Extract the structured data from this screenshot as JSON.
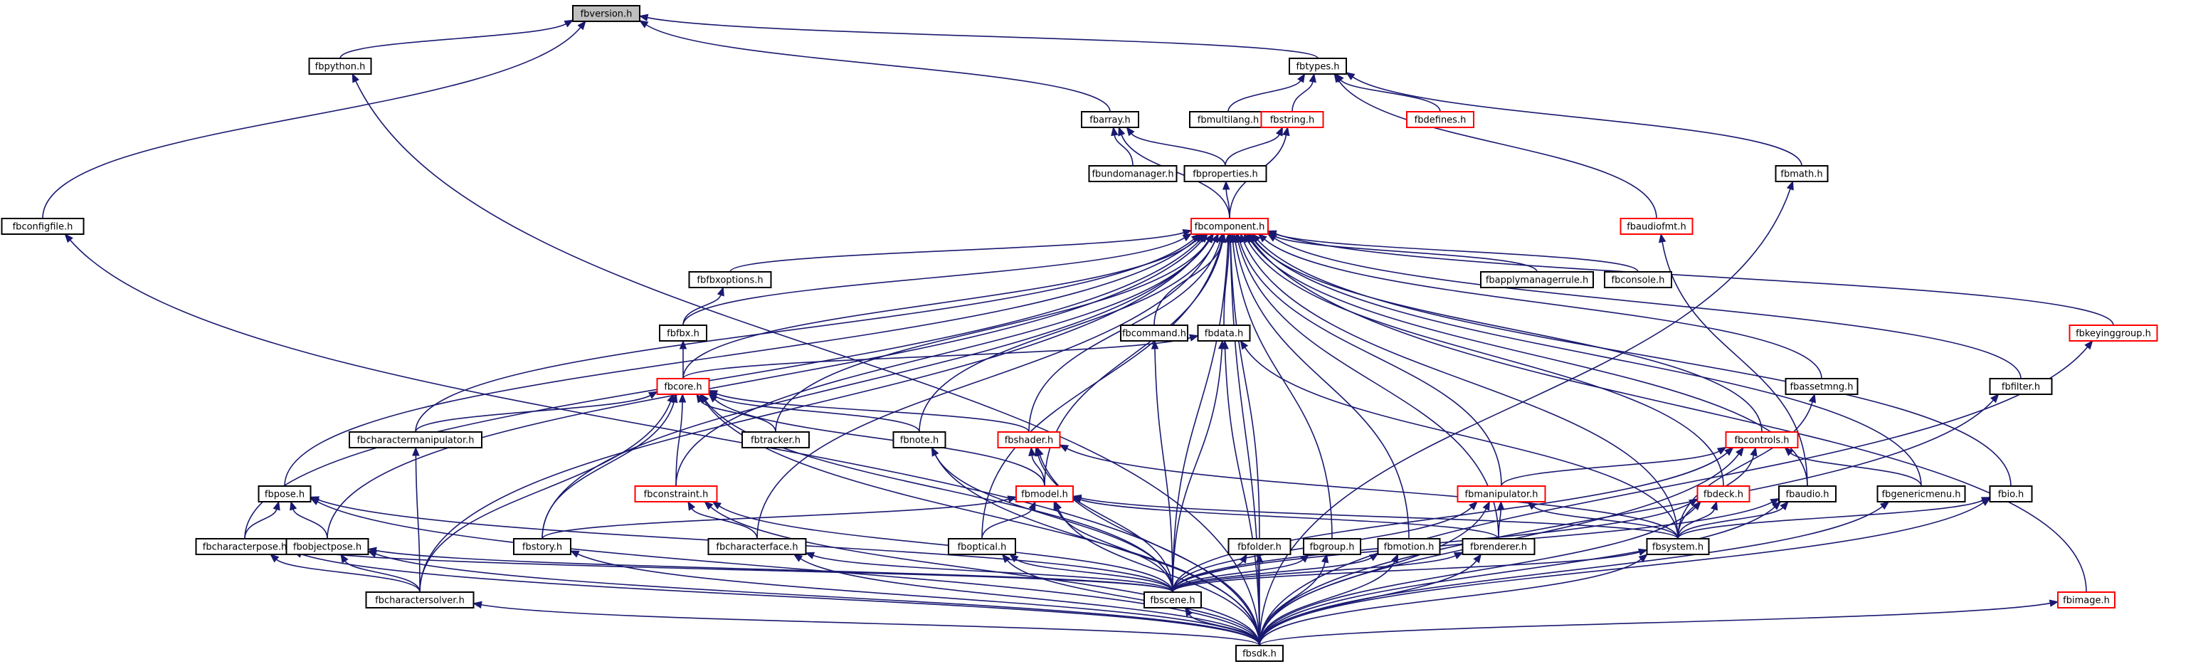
{
  "colors": {
    "edge": "#191970",
    "box_black": "#000000",
    "box_red": "#ff0000",
    "root_fill": "#bfbfbf",
    "node_fill": "#ffffff"
  },
  "nodes": [
    {
      "id": "fbversion",
      "label": "fbversion.h",
      "border": "black",
      "root": true
    },
    {
      "id": "fbpython",
      "label": "fbpython.h",
      "border": "black"
    },
    {
      "id": "fbtypes",
      "label": "fbtypes.h",
      "border": "black"
    },
    {
      "id": "fbarray",
      "label": "fbarray.h",
      "border": "black"
    },
    {
      "id": "fbmultilang",
      "label": "fbmultilang.h",
      "border": "black"
    },
    {
      "id": "fbstring",
      "label": "fbstring.h",
      "border": "red"
    },
    {
      "id": "fbdefines",
      "label": "fbdefines.h",
      "border": "red"
    },
    {
      "id": "fbundomanager",
      "label": "fbundomanager.h",
      "border": "black"
    },
    {
      "id": "fbproperties",
      "label": "fbproperties.h",
      "border": "black"
    },
    {
      "id": "fbmath",
      "label": "fbmath.h",
      "border": "black"
    },
    {
      "id": "fbconfigfile",
      "label": "fbconfigfile.h",
      "border": "black"
    },
    {
      "id": "fbcomponent",
      "label": "fbcomponent.h",
      "border": "red"
    },
    {
      "id": "fbaudiofmt",
      "label": "fbaudiofmt.h",
      "border": "red"
    },
    {
      "id": "fbfbxoptions",
      "label": "fbfbxoptions.h",
      "border": "black"
    },
    {
      "id": "fbapplymanagerrule",
      "label": "fbapplymanagerrule.h",
      "border": "black"
    },
    {
      "id": "fbconsole",
      "label": "fbconsole.h",
      "border": "black"
    },
    {
      "id": "fbfbx",
      "label": "fbfbx.h",
      "border": "black"
    },
    {
      "id": "fbcommand",
      "label": "fbcommand.h",
      "border": "black"
    },
    {
      "id": "fbdata",
      "label": "fbdata.h",
      "border": "black"
    },
    {
      "id": "fbkeyinggroup",
      "label": "fbkeyinggroup.h",
      "border": "red"
    },
    {
      "id": "fbcore",
      "label": "fbcore.h",
      "border": "red"
    },
    {
      "id": "fbassetmng",
      "label": "fbassetmng.h",
      "border": "black"
    },
    {
      "id": "fbfilter",
      "label": "fbfilter.h",
      "border": "black"
    },
    {
      "id": "fbcharactermanipulator",
      "label": "fbcharactermanipulator.h",
      "border": "black"
    },
    {
      "id": "fbtracker",
      "label": "fbtracker.h",
      "border": "black"
    },
    {
      "id": "fbnote",
      "label": "fbnote.h",
      "border": "black"
    },
    {
      "id": "fbshader",
      "label": "fbshader.h",
      "border": "red"
    },
    {
      "id": "fbcontrols",
      "label": "fbcontrols.h",
      "border": "red"
    },
    {
      "id": "fbpose",
      "label": "fbpose.h",
      "border": "black"
    },
    {
      "id": "fbconstraint",
      "label": "fbconstraint.h",
      "border": "red"
    },
    {
      "id": "fbmodel",
      "label": "fbmodel.h",
      "border": "red"
    },
    {
      "id": "fbmanipulator",
      "label": "fbmanipulator.h",
      "border": "red"
    },
    {
      "id": "fbdeck",
      "label": "fbdeck.h",
      "border": "red"
    },
    {
      "id": "fbaudio",
      "label": "fbaudio.h",
      "border": "black"
    },
    {
      "id": "fbgenericmenu",
      "label": "fbgenericmenu.h",
      "border": "black"
    },
    {
      "id": "fbio",
      "label": "fbio.h",
      "border": "black"
    },
    {
      "id": "fbcharacterpose",
      "label": "fbcharacterpose.h",
      "border": "black"
    },
    {
      "id": "fbobjectpose",
      "label": "fbobjectpose.h",
      "border": "black"
    },
    {
      "id": "fbstory",
      "label": "fbstory.h",
      "border": "black"
    },
    {
      "id": "fbcharacterface",
      "label": "fbcharacterface.h",
      "border": "black"
    },
    {
      "id": "fboptical",
      "label": "fboptical.h",
      "border": "black"
    },
    {
      "id": "fbfolder",
      "label": "fbfolder.h",
      "border": "black"
    },
    {
      "id": "fbgroup",
      "label": "fbgroup.h",
      "border": "black"
    },
    {
      "id": "fbmotion",
      "label": "fbmotion.h",
      "border": "black"
    },
    {
      "id": "fbrenderer",
      "label": "fbrenderer.h",
      "border": "black"
    },
    {
      "id": "fbsystem",
      "label": "fbsystem.h",
      "border": "black"
    },
    {
      "id": "fbcharactersolver",
      "label": "fbcharactersolver.h",
      "border": "black"
    },
    {
      "id": "fbscene",
      "label": "fbscene.h",
      "border": "black"
    },
    {
      "id": "fbimage",
      "label": "fbimage.h",
      "border": "red"
    },
    {
      "id": "fbsdk",
      "label": "fbsdk.h",
      "border": "black"
    }
  ],
  "edges": [
    [
      "fbpython",
      "fbversion"
    ],
    [
      "fbtypes",
      "fbversion"
    ],
    [
      "fbarray",
      "fbversion"
    ],
    [
      "fbconfigfile",
      "fbversion"
    ],
    [
      "fbmultilang",
      "fbtypes"
    ],
    [
      "fbstring",
      "fbtypes"
    ],
    [
      "fbdefines",
      "fbtypes"
    ],
    [
      "fbmath",
      "fbtypes"
    ],
    [
      "fbaudiofmt",
      "fbtypes"
    ],
    [
      "fbundomanager",
      "fbarray"
    ],
    [
      "fbproperties",
      "fbarray"
    ],
    [
      "fbproperties",
      "fbstring"
    ],
    [
      "fbcomponent",
      "fbarray"
    ],
    [
      "fbcomponent",
      "fbstring"
    ],
    [
      "fbcomponent",
      "fbproperties"
    ],
    [
      "fbfbxoptions",
      "fbcomponent"
    ],
    [
      "fbapplymanagerrule",
      "fbcomponent"
    ],
    [
      "fbconsole",
      "fbcomponent"
    ],
    [
      "fbcommand",
      "fbcomponent"
    ],
    [
      "fbdata",
      "fbcomponent"
    ],
    [
      "fbkeyinggroup",
      "fbcomponent"
    ],
    [
      "fbfbx",
      "fbcomponent"
    ],
    [
      "fbfbx",
      "fbfbxoptions"
    ],
    [
      "fbcore",
      "fbcomponent"
    ],
    [
      "fbcore",
      "fbfbx"
    ],
    [
      "fbcore",
      "fbdata"
    ],
    [
      "fbassetmng",
      "fbcomponent"
    ],
    [
      "fbfilter",
      "fbcomponent"
    ],
    [
      "fbcharactermanipulator",
      "fbcomponent"
    ],
    [
      "fbcharactermanipulator",
      "fbcore"
    ],
    [
      "fbtracker",
      "fbcomponent"
    ],
    [
      "fbtracker",
      "fbcore"
    ],
    [
      "fbnote",
      "fbcomponent"
    ],
    [
      "fbnote",
      "fbcore"
    ],
    [
      "fbshader",
      "fbcomponent"
    ],
    [
      "fbshader",
      "fbcore"
    ],
    [
      "fbcontrols",
      "fbcomponent"
    ],
    [
      "fbpose",
      "fbcomponent"
    ],
    [
      "fbconstraint",
      "fbcomponent"
    ],
    [
      "fbconstraint",
      "fbcore"
    ],
    [
      "fbmodel",
      "fbcomponent"
    ],
    [
      "fbmodel",
      "fbcore"
    ],
    [
      "fbmodel",
      "fbshader"
    ],
    [
      "fbmanipulator",
      "fbcomponent"
    ],
    [
      "fbmanipulator",
      "fbcontrols"
    ],
    [
      "fbdeck",
      "fbcomponent"
    ],
    [
      "fbaudio",
      "fbcomponent"
    ],
    [
      "fbaudio",
      "fbaudiofmt"
    ],
    [
      "fbgenericmenu",
      "fbcomponent"
    ],
    [
      "fbgenericmenu",
      "fbcontrols"
    ],
    [
      "fbio",
      "fbcomponent"
    ],
    [
      "fbcharacterpose",
      "fbcomponent"
    ],
    [
      "fbcharacterpose",
      "fbpose"
    ],
    [
      "fbobjectpose",
      "fbcomponent"
    ],
    [
      "fbobjectpose",
      "fbpose"
    ],
    [
      "fbstory",
      "fbcomponent"
    ],
    [
      "fbstory",
      "fbcore"
    ],
    [
      "fbstory",
      "fbmodel"
    ],
    [
      "fbcharacterface",
      "fbcomponent"
    ],
    [
      "fbcharacterface",
      "fbconstraint"
    ],
    [
      "fboptical",
      "fbcomponent"
    ],
    [
      "fboptical",
      "fbmodel"
    ],
    [
      "fbfolder",
      "fbcomponent"
    ],
    [
      "fbgroup",
      "fbcomponent"
    ],
    [
      "fbmotion",
      "fbcomponent"
    ],
    [
      "fbrenderer",
      "fbcomponent"
    ],
    [
      "fbrenderer",
      "fbmanipulator"
    ],
    [
      "fbrenderer",
      "fbmodel"
    ],
    [
      "fbsystem",
      "fbcomponent"
    ],
    [
      "fbsystem",
      "fbdata"
    ],
    [
      "fbsystem",
      "fbassetmng"
    ],
    [
      "fbsystem",
      "fbshader"
    ],
    [
      "fbsystem",
      "fbmodel"
    ],
    [
      "fbsystem",
      "fbmanipulator"
    ],
    [
      "fbsystem",
      "fbdeck"
    ],
    [
      "fbsystem",
      "fbaudio"
    ],
    [
      "fbsystem",
      "fbio"
    ],
    [
      "fbsystem",
      "fbcontrols"
    ],
    [
      "fbcharactersolver",
      "fbcomponent"
    ],
    [
      "fbcharactersolver",
      "fbcore"
    ],
    [
      "fbcharactersolver",
      "fbcharactermanipulator"
    ],
    [
      "fbcharactersolver",
      "fbcharacterpose"
    ],
    [
      "fbcharactersolver",
      "fbobjectpose"
    ],
    [
      "fbscene",
      "fbcomponent"
    ],
    [
      "fbscene",
      "fbcommand"
    ],
    [
      "fbscene",
      "fbdata"
    ],
    [
      "fbscene",
      "fbcore"
    ],
    [
      "fbscene",
      "fbnote"
    ],
    [
      "fbscene",
      "fbshader"
    ],
    [
      "fbscene",
      "fbconstraint"
    ],
    [
      "fbscene",
      "fbmodel"
    ],
    [
      "fbscene",
      "fbpose"
    ],
    [
      "fbscene",
      "fbcharacterpose"
    ],
    [
      "fbscene",
      "fbobjectpose"
    ],
    [
      "fbscene",
      "fbcharacterface"
    ],
    [
      "fbscene",
      "fbfolder"
    ],
    [
      "fbscene",
      "fbgroup"
    ],
    [
      "fbscene",
      "fbmotion"
    ],
    [
      "fbscene",
      "fbrenderer"
    ],
    [
      "fbscene",
      "fbmanipulator"
    ],
    [
      "fbscene",
      "fbdeck"
    ],
    [
      "fbscene",
      "fbaudio"
    ],
    [
      "fbscene",
      "fbsystem"
    ],
    [
      "fbscene",
      "fboptical"
    ],
    [
      "fbscene",
      "fbcontrols"
    ],
    [
      "fbimage",
      "fbcomponent"
    ],
    [
      "fbsdk",
      "fbpython"
    ],
    [
      "fbsdk",
      "fbconfigfile"
    ],
    [
      "fbsdk",
      "fbmath"
    ],
    [
      "fbsdk",
      "fbkeyinggroup"
    ],
    [
      "fbsdk",
      "fbfilter"
    ],
    [
      "fbsdk",
      "fbscene"
    ],
    [
      "fbsdk",
      "fbcharactersolver"
    ],
    [
      "fbsdk",
      "fbsystem"
    ],
    [
      "fbsdk",
      "fbimage"
    ],
    [
      "fbsdk",
      "fbio"
    ],
    [
      "fbsdk",
      "fbgenericmenu"
    ],
    [
      "fbsdk",
      "fbaudio"
    ],
    [
      "fbsdk",
      "fbdeck"
    ],
    [
      "fbsdk",
      "fbrenderer"
    ],
    [
      "fbsdk",
      "fbmotion"
    ],
    [
      "fbsdk",
      "fbgroup"
    ],
    [
      "fbsdk",
      "fbfolder"
    ],
    [
      "fbsdk",
      "fboptical"
    ],
    [
      "fbsdk",
      "fbcharacterface"
    ],
    [
      "fbsdk",
      "fbstory"
    ],
    [
      "fbsdk",
      "fbobjectpose"
    ],
    [
      "fbsdk",
      "fbcharacterpose"
    ],
    [
      "fbsdk",
      "fbpose"
    ],
    [
      "fbsdk",
      "fbconstraint"
    ],
    [
      "fbsdk",
      "fbmodel"
    ],
    [
      "fbsdk",
      "fbshader"
    ],
    [
      "fbsdk",
      "fbnote"
    ],
    [
      "fbsdk",
      "fbcore"
    ],
    [
      "fbsdk",
      "fbdata"
    ],
    [
      "fbsdk",
      "fbmanipulator"
    ],
    [
      "fbsdk",
      "fbcontrols"
    ],
    [
      "fbsdk",
      "fbcomponent"
    ]
  ]
}
